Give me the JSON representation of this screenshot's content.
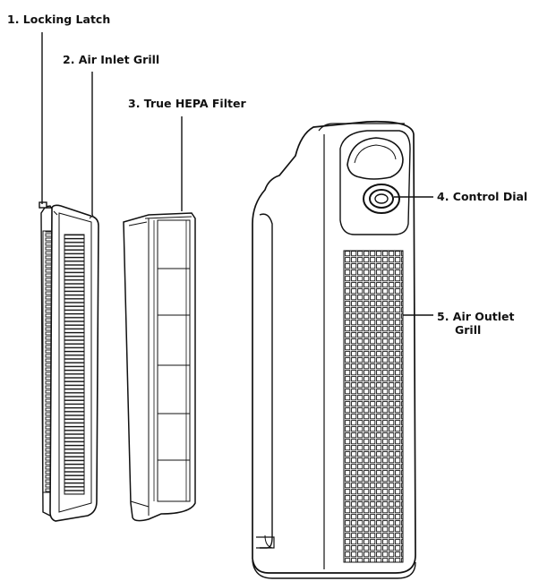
{
  "callouts": [
    {
      "id": "locking-latch",
      "label": "1. Locking Latch"
    },
    {
      "id": "air-inlet-grill",
      "label": "2. Air Inlet Grill"
    },
    {
      "id": "true-hepa-filter",
      "label": "3. True HEPA Filter"
    },
    {
      "id": "control-dial",
      "label": "4. Control Dial"
    },
    {
      "id": "air-outlet-grill",
      "label_line1": "5. Air Outlet",
      "label_line2": "Grill"
    }
  ],
  "colors": {
    "line": "#111111",
    "background": "#ffffff"
  }
}
